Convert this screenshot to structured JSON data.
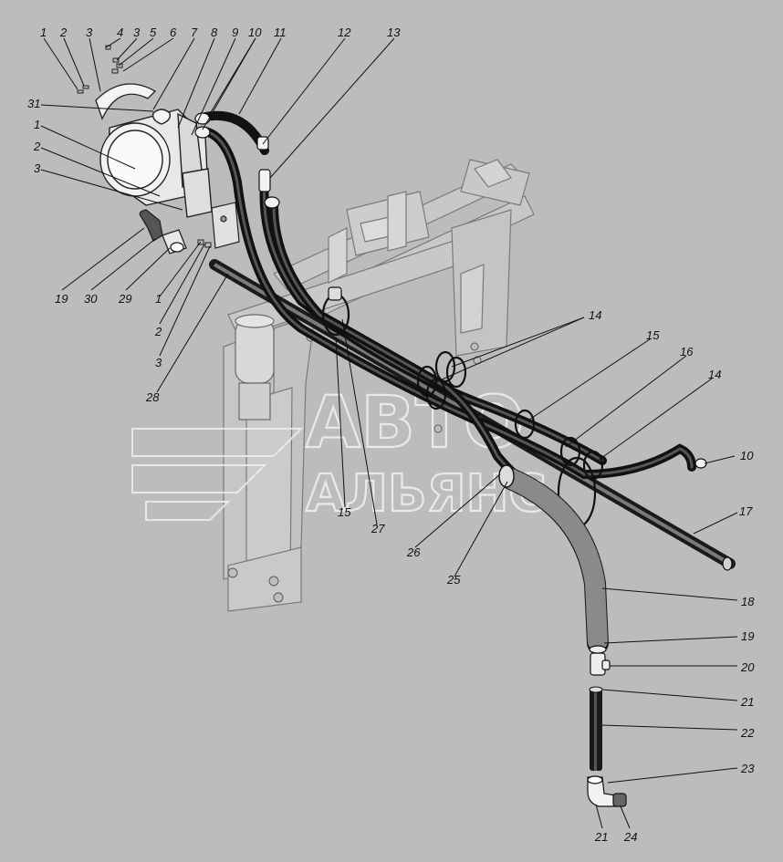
{
  "watermark": {
    "line1": "АВТО",
    "line2": "АЛЬЯНС"
  },
  "callouts": {
    "c_1a": "1",
    "c_2a": "2",
    "c_3a": "3",
    "c_4": "4",
    "c_3b": "3",
    "c_5": "5",
    "c_6": "6",
    "c_7": "7",
    "c_8": "8",
    "c_9": "9",
    "c_10a": "10",
    "c_11": "11",
    "c_12": "12",
    "c_13": "13",
    "c_31": "31",
    "c_1b": "1",
    "c_2b": "2",
    "c_3c": "3",
    "c_19a": "19",
    "c_30": "30",
    "c_29": "29",
    "c_1c": "1",
    "c_2c": "2",
    "c_3d": "3",
    "c_28": "28",
    "c_14a": "14",
    "c_15a": "15",
    "c_16": "16",
    "c_14b": "14",
    "c_10b": "10",
    "c_17": "17",
    "c_15b": "15",
    "c_27": "27",
    "c_26": "26",
    "c_25": "25",
    "c_18": "18",
    "c_19b": "19",
    "c_20": "20",
    "c_21a": "21",
    "c_22": "22",
    "c_23": "23",
    "c_21b": "21",
    "c_24": "24"
  }
}
